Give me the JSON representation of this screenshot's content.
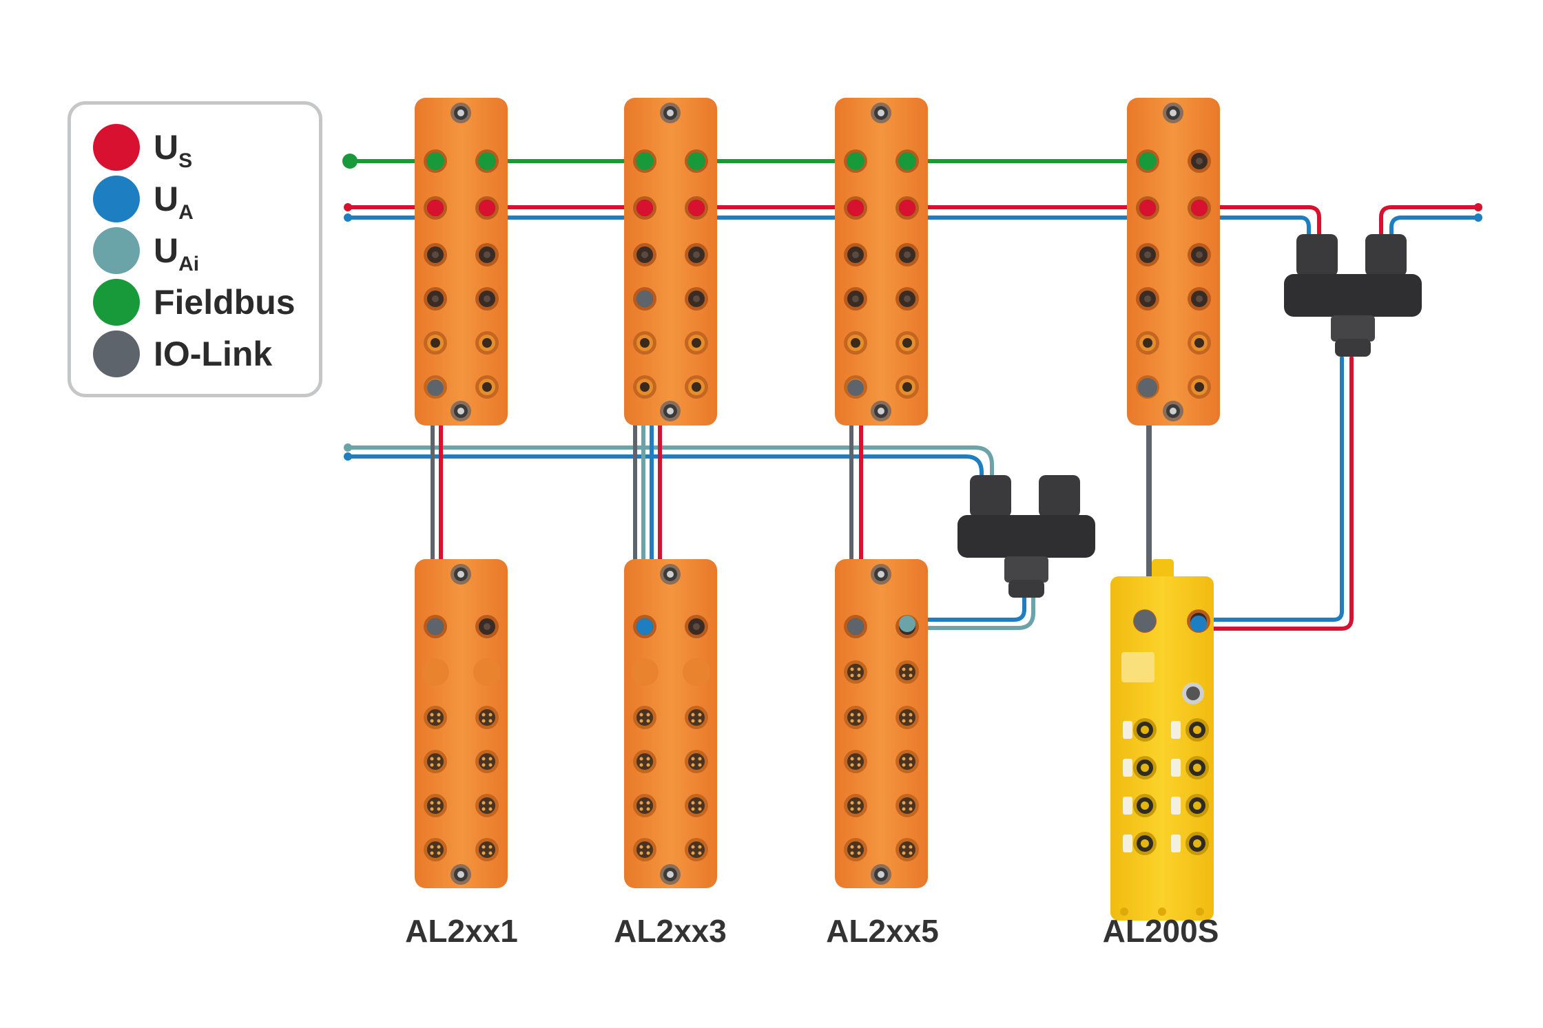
{
  "legend": {
    "items": [
      {
        "main": "U",
        "sub": "S",
        "color": "#d7112f"
      },
      {
        "main": "U",
        "sub": "A",
        "color": "#1d7fc1"
      },
      {
        "main": "U",
        "sub": "Ai",
        "color": "#6aa3a8"
      },
      {
        "main": "Fieldbus",
        "sub": "",
        "color": "#199a3a"
      },
      {
        "main": "IO-Link",
        "sub": "",
        "color": "#5e646b"
      }
    ]
  },
  "modules": {
    "m1": {
      "label": "AL2xx1"
    },
    "m2": {
      "label": "AL2xx3"
    },
    "m3": {
      "label": "AL2xx5"
    },
    "m4": {
      "label": "AL200S"
    }
  },
  "colors": {
    "us": "#d7112f",
    "ua": "#1d7fc1",
    "uai": "#6aa3a8",
    "fieldbus": "#199a3a",
    "iolink": "#5e646b",
    "orange_module": "#f08a3c",
    "yellow_module": "#f6c515",
    "connector": "#2f2f31"
  }
}
